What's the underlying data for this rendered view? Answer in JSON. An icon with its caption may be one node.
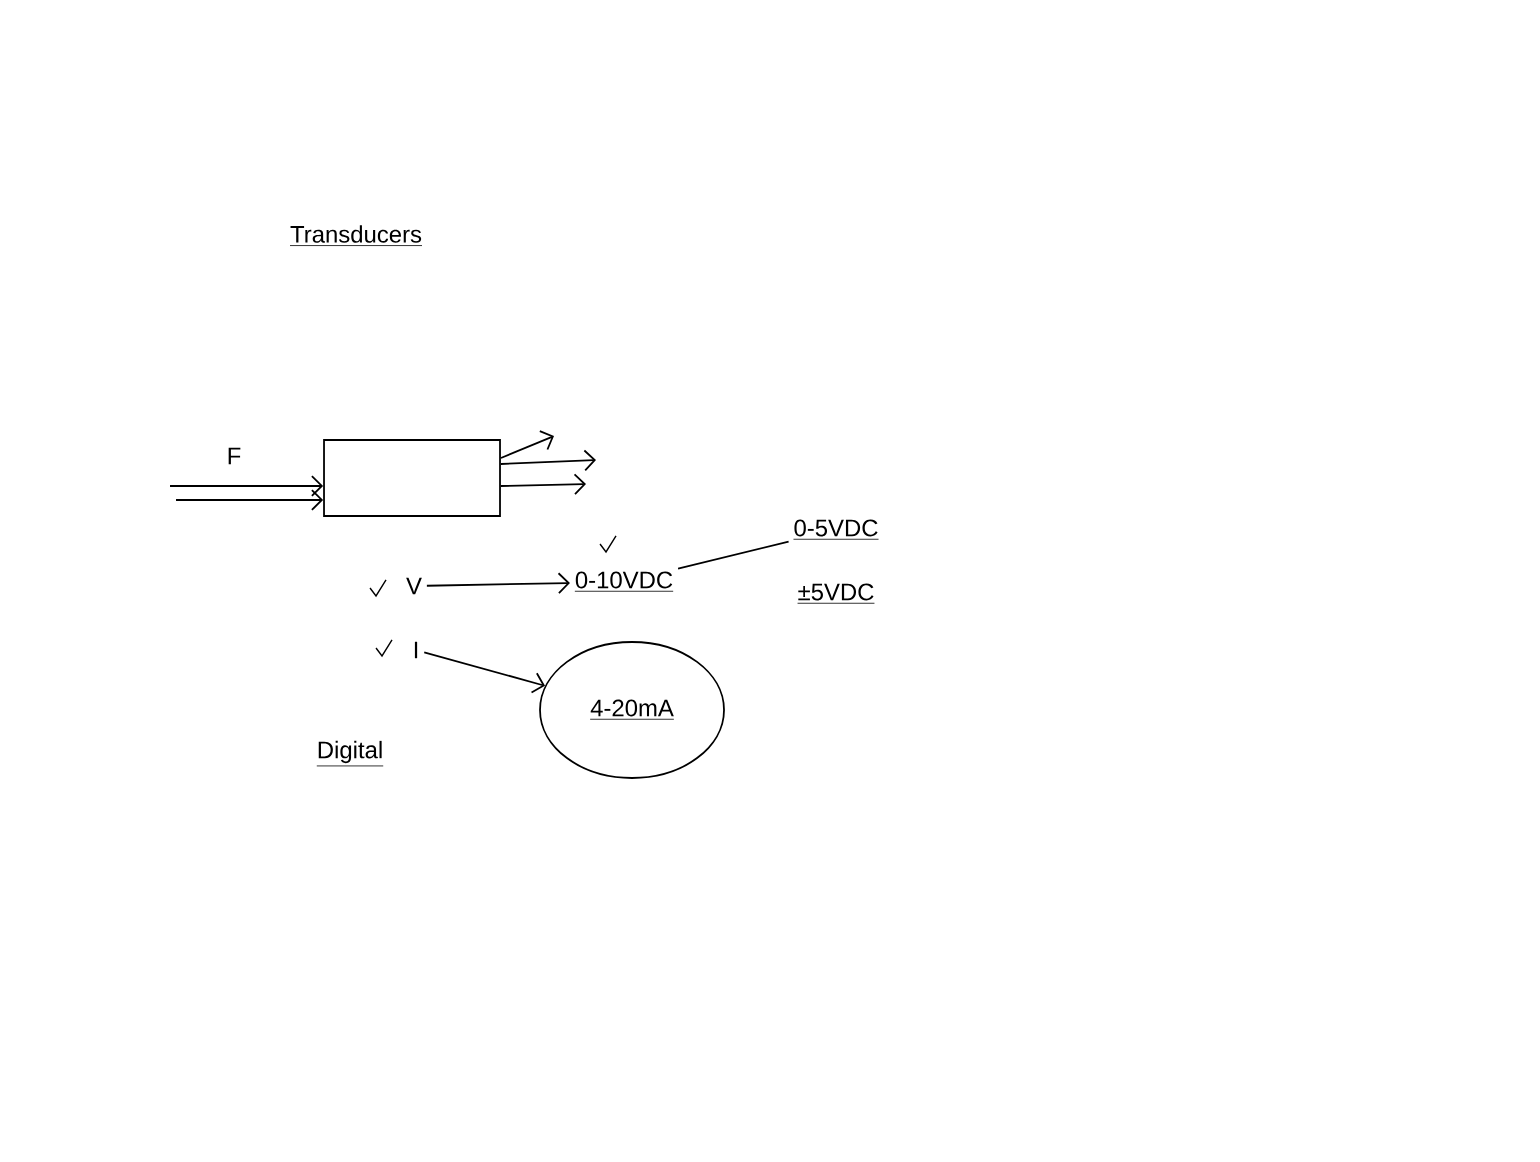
{
  "diagram": {
    "title": "Transducers",
    "nodes": [
      {
        "text": [],
        "shape": "box"
      },
      {
        "text": [
          "V"
        ]
      },
      {
        "text": [
          "0-10VDC"
        ]
      },
      {
        "text": [
          "0-5VDC"
        ]
      },
      {
        "text": [
          "I"
        ]
      },
      {
        "text": [
          "4-20mA"
        ]
      }
    ],
    "edges": [
      {
        "from": null,
        "to": 0,
        "arrow": "to",
        "label": "F"
      },
      {
        "from": null,
        "to": 0,
        "arrow": "to"
      },
      {
        "from": 0,
        "to": null,
        "arrow": "to"
      },
      {
        "from": 0,
        "to": null,
        "arrow": "to"
      },
      {
        "from": 0,
        "to": null,
        "arrow": "to"
      },
      {
        "from": 1,
        "to": 2,
        "arrow": "to"
      },
      {
        "from": 2,
        "to": 3,
        "arrow": "none"
      },
      {
        "from": 4,
        "to": 5,
        "arrow": "to"
      }
    ],
    "labels": [
      "±5VDC",
      "Digital"
    ]
  }
}
